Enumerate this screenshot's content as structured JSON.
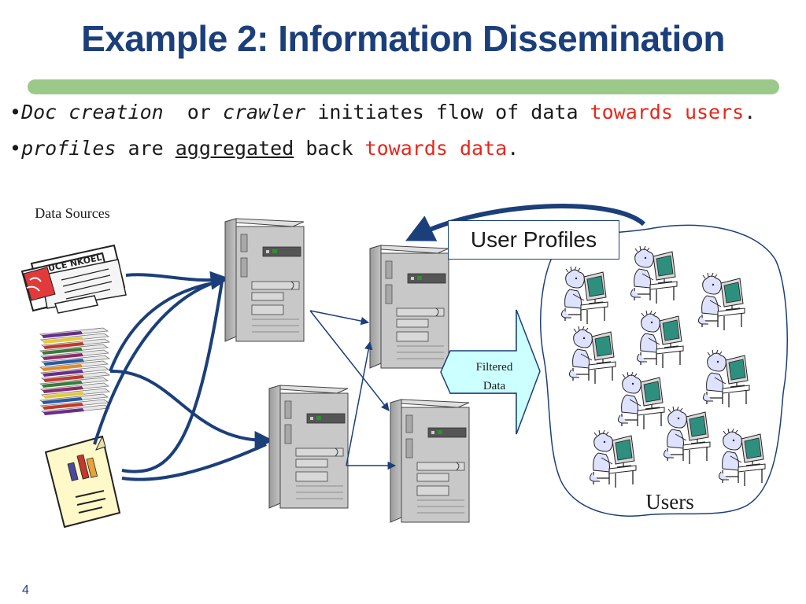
{
  "slide": {
    "title": "Example 2: Information Dissemination",
    "accent_color": "#1b3f7a",
    "rule_color": "#9bc98a",
    "highlight_color": "#e8261b",
    "bullets": [
      {
        "parts": [
          {
            "text": "Doc creation",
            "style": "italic"
          },
          {
            "text": "  or ",
            "style": "plain"
          },
          {
            "text": "crawler",
            "style": "italic"
          },
          {
            "text": " initiates flow of data ",
            "style": "plain"
          },
          {
            "text": "towards users",
            "style": "red"
          },
          {
            "text": ".",
            "style": "plain"
          }
        ]
      },
      {
        "parts": [
          {
            "text": "profiles",
            "style": "italic"
          },
          {
            "text": " are ",
            "style": "plain"
          },
          {
            "text": "aggregated",
            "style": "underline"
          },
          {
            "text": " back ",
            "style": "plain"
          },
          {
            "text": "towards data",
            "style": "red"
          },
          {
            "text": ".",
            "style": "plain"
          }
        ]
      }
    ],
    "bullet_char": "•",
    "slide_number": "4"
  },
  "diagram": {
    "data_sources_label": "Data Sources",
    "user_profiles_label": "User Profiles",
    "filtered_data_label_line1": "Filtered",
    "filtered_data_label_line2": "Data",
    "users_label": "Users",
    "newspaper_masthead": "UCE NKOEL",
    "icons": {
      "source_1": "newspaper-icon",
      "source_2": "book-stack-icon",
      "source_3": "report-document-icon",
      "server": "server-tower-icon",
      "user": "user-at-computer-icon"
    },
    "colors": {
      "connector": "#1b3f7a",
      "filtered_arrow_fill": "#ccffff",
      "server_body": "#c8c8c8"
    }
  }
}
